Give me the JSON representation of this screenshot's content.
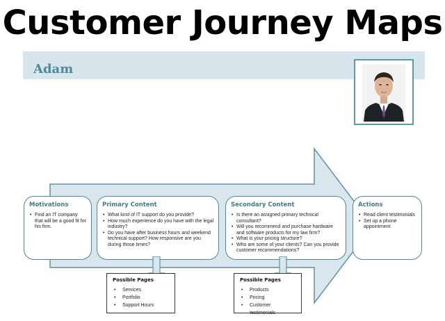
{
  "title": "Customer Journey Maps",
  "persona": {
    "name": "Adam"
  },
  "stages": [
    {
      "title": "Motivations",
      "items": [
        "Find an IT company that will be a good fit for his firm."
      ]
    },
    {
      "title": "Primary Content",
      "items": [
        "What kind of IT support do you provide?",
        "How much experience do you have with the legal industry?",
        "Do you have after business hours and weekend technical support? How responsive are you during those times?"
      ]
    },
    {
      "title": "Secondary Content",
      "items": [
        "Is there an assigned primary technical consultant?",
        "Will you recommend  and purchase hardware and software products for my law firm?",
        "What is your pricing structure?",
        "Who are some of your clients? Can you provide customer recommendations?"
      ]
    },
    {
      "title": "Actions",
      "items": [
        "Read client testimonials",
        "Set up a phone appointment"
      ]
    }
  ],
  "possible_pages": [
    {
      "title": "Possible Pages",
      "items": [
        "Services",
        "Portfolio",
        "Support Hours"
      ]
    },
    {
      "title": "Possible Pages",
      "items": [
        "Products",
        "Pricing",
        "Customer testimonials"
      ]
    }
  ],
  "colors": {
    "accent": "#4f8a98",
    "arrow_fill": "#d7e7ed",
    "arrow_stroke": "#5e93a0",
    "persona_bar": "#d6e6ec"
  }
}
